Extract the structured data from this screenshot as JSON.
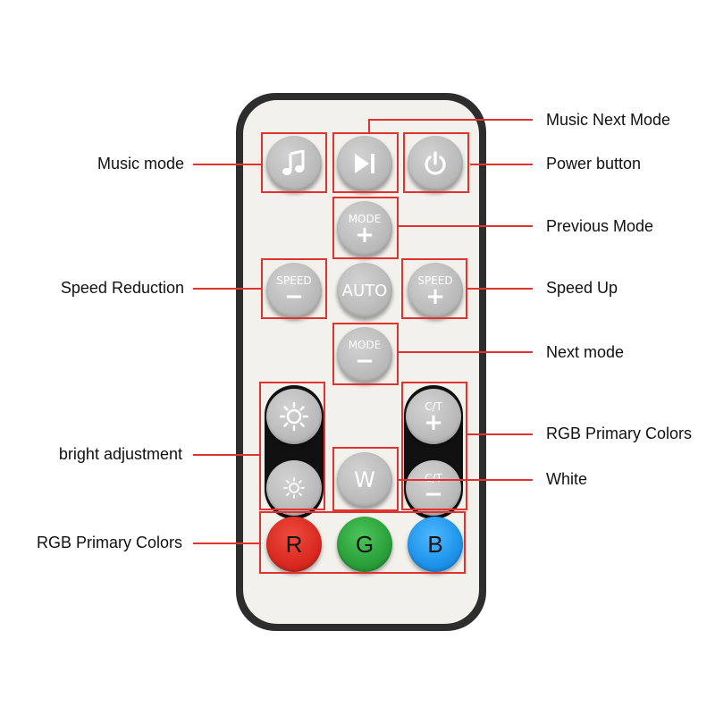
{
  "labels": {
    "music_next_mode": "Music Next Mode",
    "music_mode": "Music mode",
    "power_button": "Power button",
    "previous_mode": "Previous Mode",
    "speed_reduction": "Speed Reduction",
    "speed_up": "Speed Up",
    "next_mode": "Next mode",
    "rgb_primary_colors_right": "RGB Primary Colors",
    "bright_adjustment": "bright adjustment",
    "white": "White",
    "rgb_primary_colors_left": "RGB Primary Colors"
  },
  "buttons": {
    "mode": "MODE",
    "speed": "SPEED",
    "auto": "AUTO",
    "ct": "C/T",
    "plus": "+",
    "minus": "−",
    "w": "W",
    "r": "R",
    "g": "G",
    "b": "B"
  },
  "icons": {
    "music": "music-note-icon",
    "next": "skip-next-icon",
    "power": "power-icon",
    "bright_up": "sun-large-icon",
    "bright_down": "sun-small-icon"
  },
  "colors": {
    "annotation": "#e0322e",
    "remote_body": "#2d2d2d",
    "remote_face": "#f3f1ec",
    "button_gray": "#bdbdbd",
    "red": "#d92a20",
    "green": "#2aa03a",
    "blue": "#1e93ea"
  }
}
